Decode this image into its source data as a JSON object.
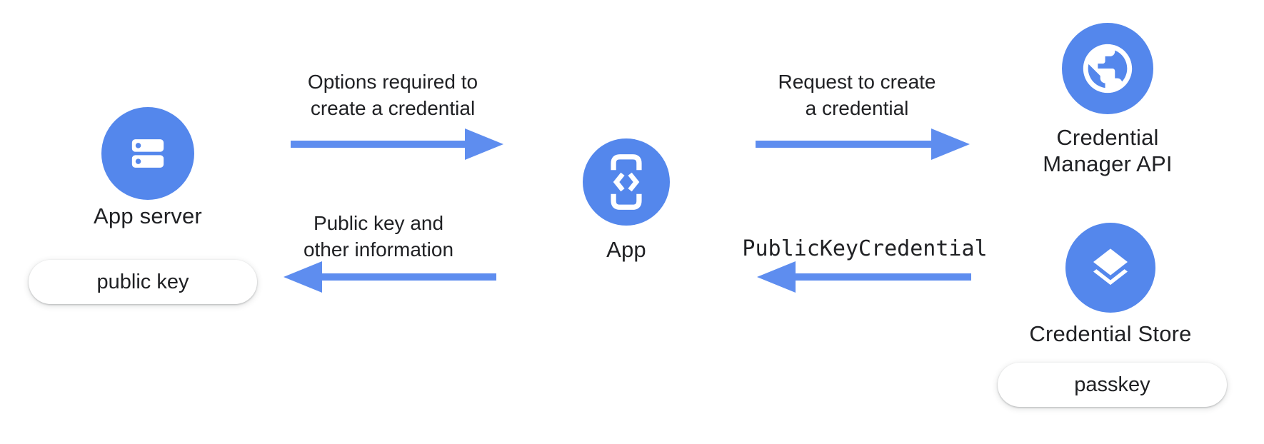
{
  "colors": {
    "background": "#ffffff",
    "node_blue": "#5487EC",
    "arrow_blue": "#5E8DEF",
    "text": "#202124",
    "pill_background": "#ffffff"
  },
  "nodes": {
    "app_server": {
      "label": "App server",
      "icon": "server-icon",
      "badge": "public key"
    },
    "app": {
      "label": "App",
      "icon": "phone-code-icon"
    },
    "credential_manager_api": {
      "label_line1": "Credential",
      "label_line2": "Manager API",
      "icon": "globe-icon"
    },
    "credential_store": {
      "label": "Credential Store",
      "icon": "layers-icon",
      "badge": "passkey"
    }
  },
  "flows": {
    "options": {
      "line1": "Options required to",
      "line2": "create a credential",
      "direction": "right",
      "from": "App server",
      "to": "App"
    },
    "request": {
      "line1": "Request to create",
      "line2": "a credential",
      "direction": "right",
      "from": "App",
      "to": "Credential Manager API"
    },
    "public_key_info": {
      "line1": "Public key and",
      "line2": "other information",
      "direction": "left",
      "from": "App",
      "to": "App server"
    },
    "public_key_credential": {
      "label": "PublicKeyCredential",
      "direction": "left",
      "from": "Credential Store",
      "to": "App"
    }
  }
}
